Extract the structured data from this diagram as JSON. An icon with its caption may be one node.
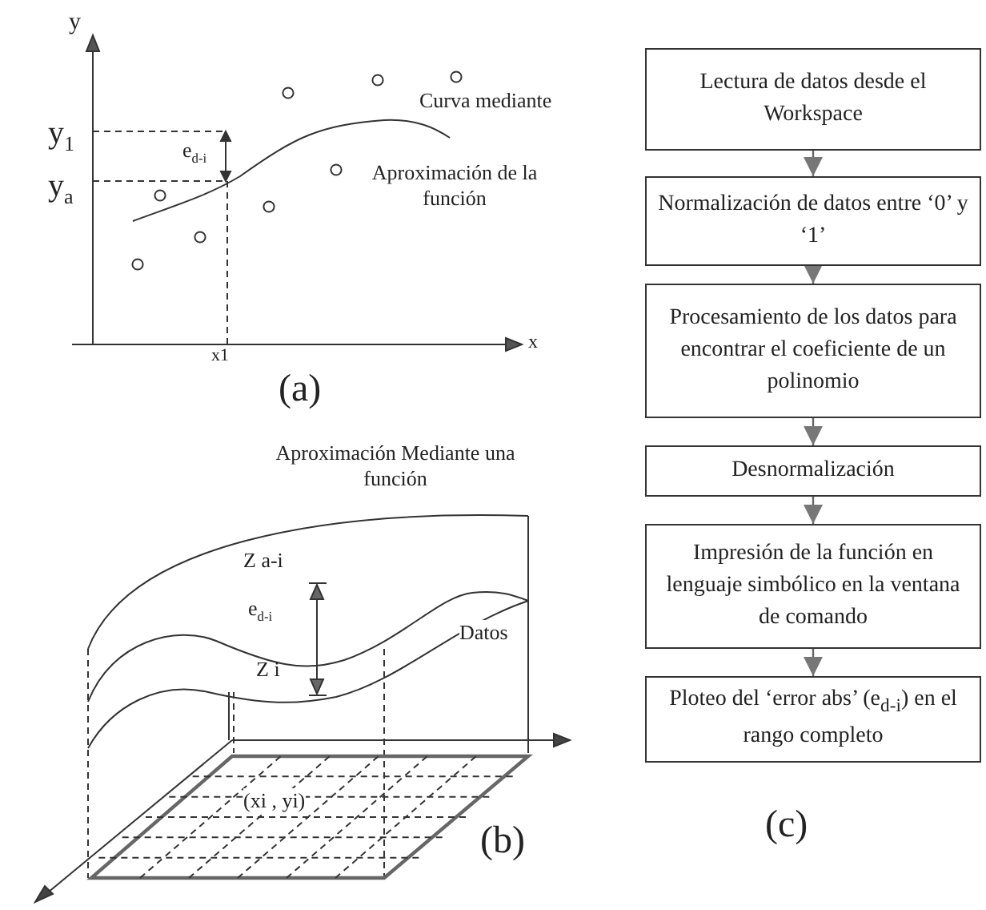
{
  "diagram": {
    "nodes": [
      {
        "text": [
          "Lectura de datos desde el Workspace"
        ]
      },
      {
        "text": [
          "Normalización de datos entre ‘0’ y ‘1’"
        ]
      },
      {
        "text": [
          "Procesamiento de los datos para encontrar el coeficiente de un polinomio"
        ]
      },
      {
        "text": [
          "Desnormalización"
        ]
      },
      {
        "text": [
          "Impresión de la función en lenguaje simbólico en la ventana de comando"
        ]
      },
      {
        "text": [
          "Ploteo del ‘error abs’ (e$_{d-i}$) en el rango completo"
        ]
      }
    ],
    "edges": [
      {
        "from": 0,
        "to": 1,
        "arrow": "to"
      },
      {
        "from": 1,
        "to": 2,
        "arrow": "to"
      },
      {
        "from": 2,
        "to": 3,
        "arrow": "to"
      },
      {
        "from": 3,
        "to": 4,
        "arrow": "to"
      },
      {
        "from": 4,
        "to": 5,
        "arrow": "to"
      }
    ],
    "labels": [
      "y",
      "y$_{1}$",
      "y$_{a}$",
      "e$_{d-i}$",
      "x1",
      "x",
      "Curva mediante",
      "Aproximación de la función",
      "(a)",
      "Aproximación Mediante una función",
      "Z a-i",
      "e$_{d-i}$",
      "Z i",
      "Datos",
      "(xi , yi)",
      "(b)",
      "(c)"
    ]
  }
}
